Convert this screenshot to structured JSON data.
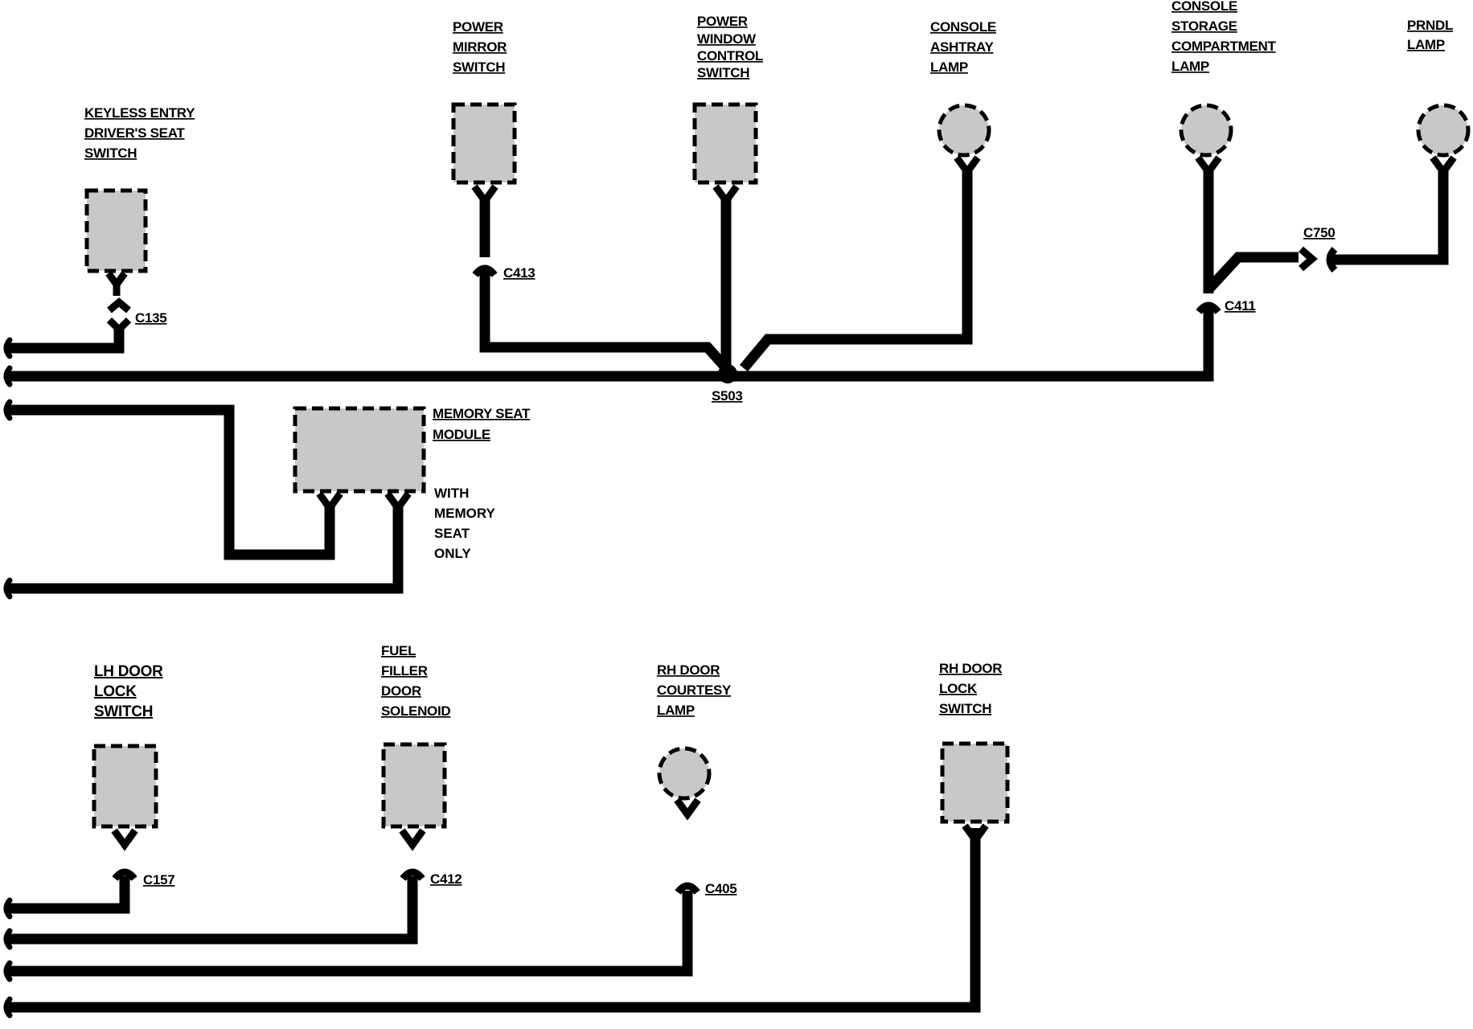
{
  "components": {
    "keyless_entry": [
      "KEYLESS ENTRY",
      "DRIVER'S SEAT",
      "SWITCH"
    ],
    "power_mirror": [
      "POWER",
      "MIRROR",
      "SWITCH"
    ],
    "power_window": [
      "POWER",
      "WINDOW",
      "CONTROL",
      "SWITCH"
    ],
    "console_ashtray": [
      "CONSOLE",
      "ASHTRAY",
      "LAMP"
    ],
    "console_storage": [
      "CONSOLE",
      "STORAGE",
      "COMPARTMENT",
      "LAMP"
    ],
    "prndl": [
      "PRNDL",
      "LAMP"
    ],
    "memory_seat": [
      "MEMORY SEAT",
      "MODULE"
    ],
    "memory_seat_note": [
      "WITH",
      "MEMORY",
      "SEAT",
      "ONLY"
    ],
    "lh_door_lock": [
      "LH DOOR",
      "LOCK",
      "SWITCH"
    ],
    "fuel_filler": [
      "FUEL",
      "FILLER",
      "DOOR",
      "SOLENOID"
    ],
    "rh_door_courtesy": [
      "RH DOOR",
      "COURTESY",
      "LAMP"
    ],
    "rh_door_lock": [
      "RH DOOR",
      "LOCK",
      "SWITCH"
    ]
  },
  "connectors": {
    "c135": "C135",
    "c413": "C413",
    "c411": "C411",
    "c750": "C750",
    "c157": "C157",
    "c412": "C412",
    "c405": "C405"
  },
  "splices": {
    "s503": "S503"
  }
}
